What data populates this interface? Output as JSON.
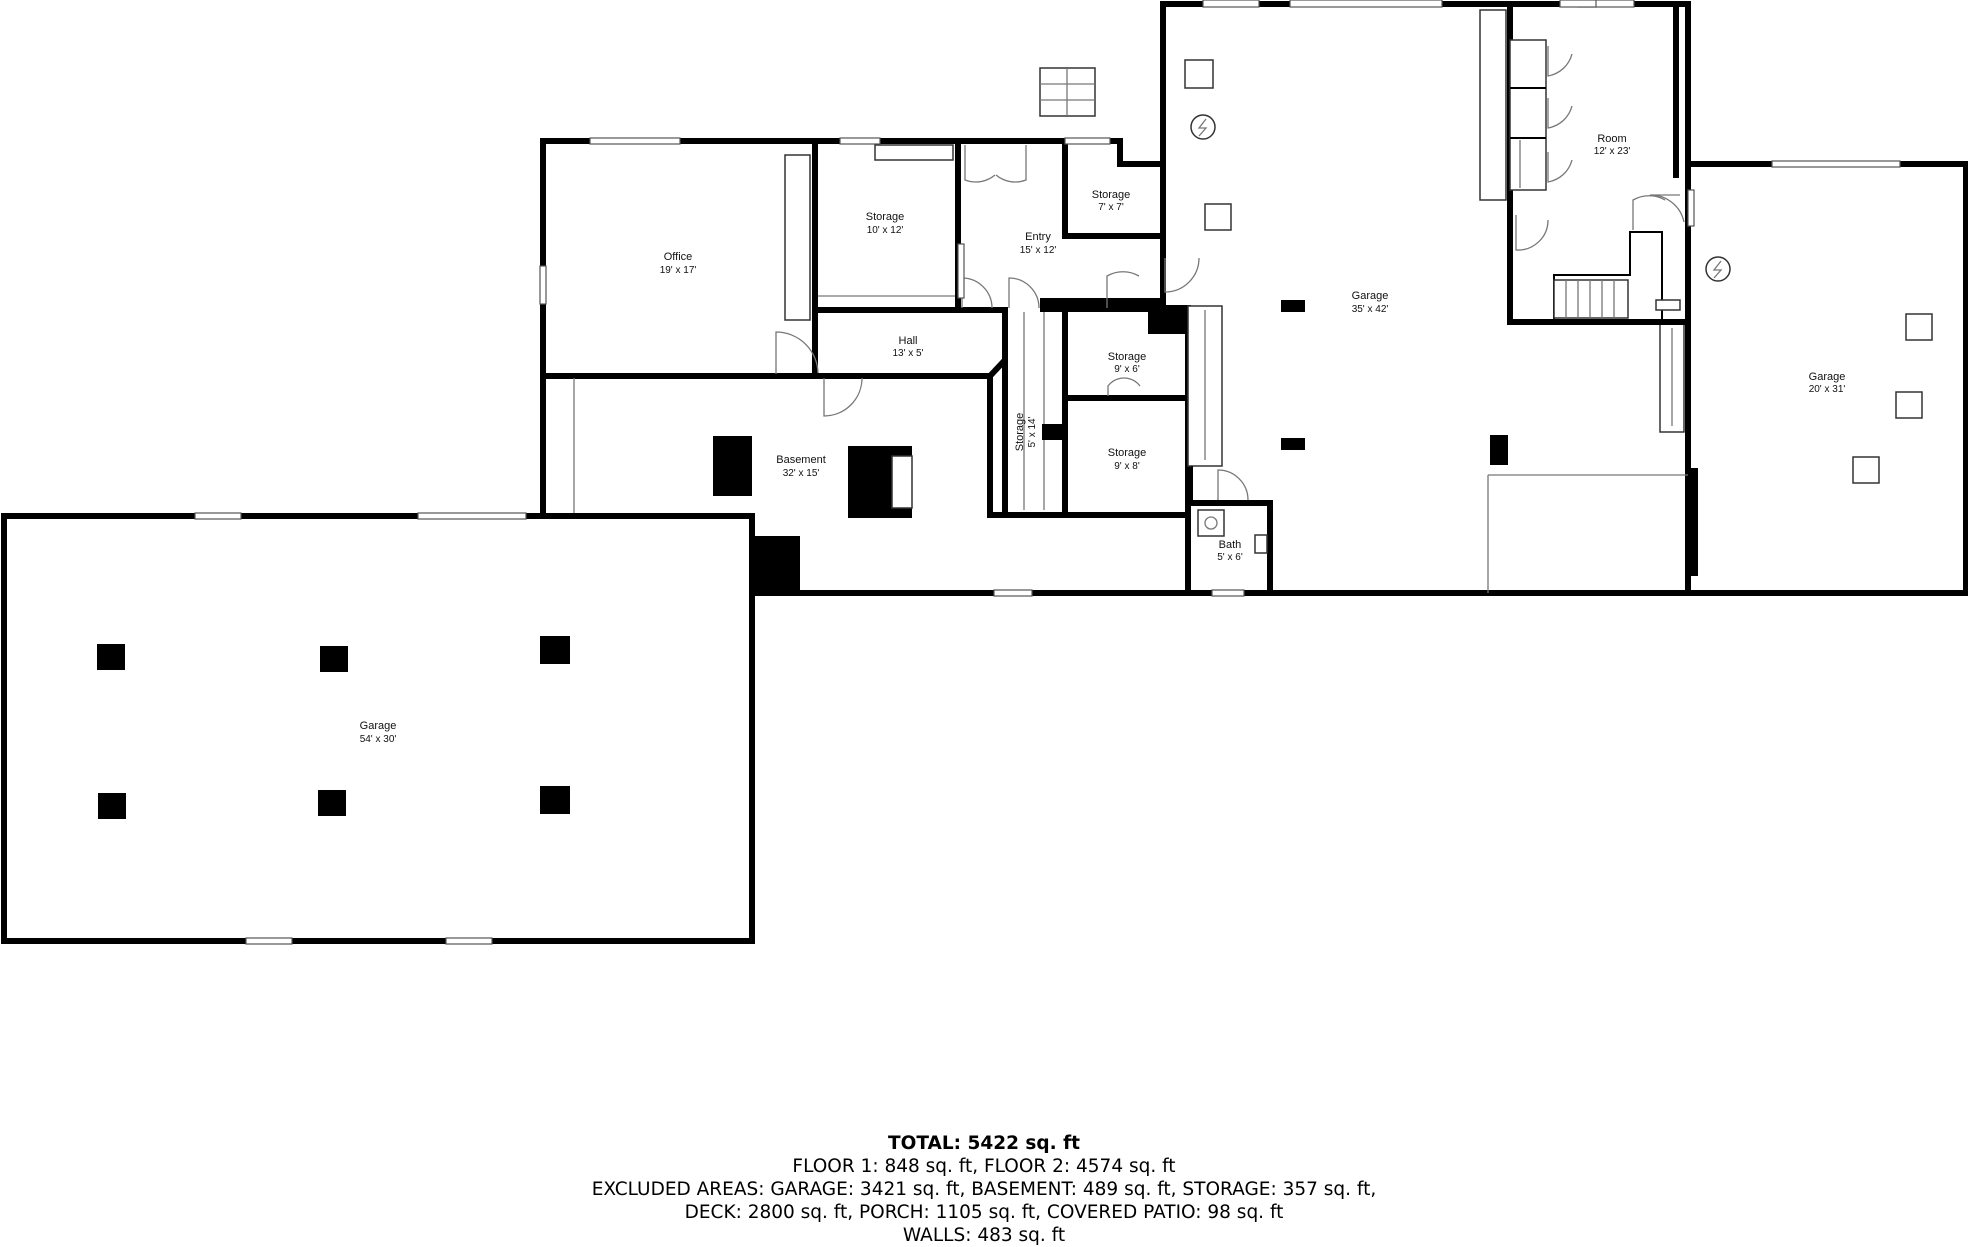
{
  "rooms": [
    {
      "id": "office",
      "name": "Office",
      "dim": "19' x 17'"
    },
    {
      "id": "storage-a",
      "name": "Storage",
      "dim": "10' x 12'"
    },
    {
      "id": "entry",
      "name": "Entry",
      "dim": "15' x 12'"
    },
    {
      "id": "storage-b",
      "name": "Storage",
      "dim": "7' x 7'"
    },
    {
      "id": "hall",
      "name": "Hall",
      "dim": "13' x 5'"
    },
    {
      "id": "storage-c",
      "name": "Storage",
      "dim": "9' x 6'"
    },
    {
      "id": "storage-d",
      "name": "Storage",
      "dim": "9' x 8'"
    },
    {
      "id": "storage-e",
      "name": "Storage",
      "dim": "5' x 14'"
    },
    {
      "id": "basement",
      "name": "Basement",
      "dim": "32' x 15'"
    },
    {
      "id": "bath",
      "name": "Bath",
      "dim": "5' x 6'"
    },
    {
      "id": "garage-main",
      "name": "Garage",
      "dim": "35' x 42'"
    },
    {
      "id": "room",
      "name": "Room",
      "dim": "12' x 23'"
    },
    {
      "id": "garage-east",
      "name": "Garage",
      "dim": "20' x 31'"
    },
    {
      "id": "garage-west",
      "name": "Garage",
      "dim": "54' x 30'"
    }
  ],
  "summary": {
    "total": "TOTAL: 5422 sq. ft",
    "line1": "FLOOR 1: 848 sq. ft, FLOOR 2: 4574 sq. ft",
    "line2": "EXCLUDED AREAS: GARAGE: 3421 sq. ft, BASEMENT: 489 sq. ft, STORAGE: 357 sq. ft,",
    "line3": "DECK: 2800 sq. ft, PORCH: 1105 sq. ft, COVERED PATIO: 98 sq. ft",
    "line4": "WALLS: 483 sq. ft"
  },
  "colors": {
    "wall": "#000000",
    "background": "#ffffff"
  }
}
